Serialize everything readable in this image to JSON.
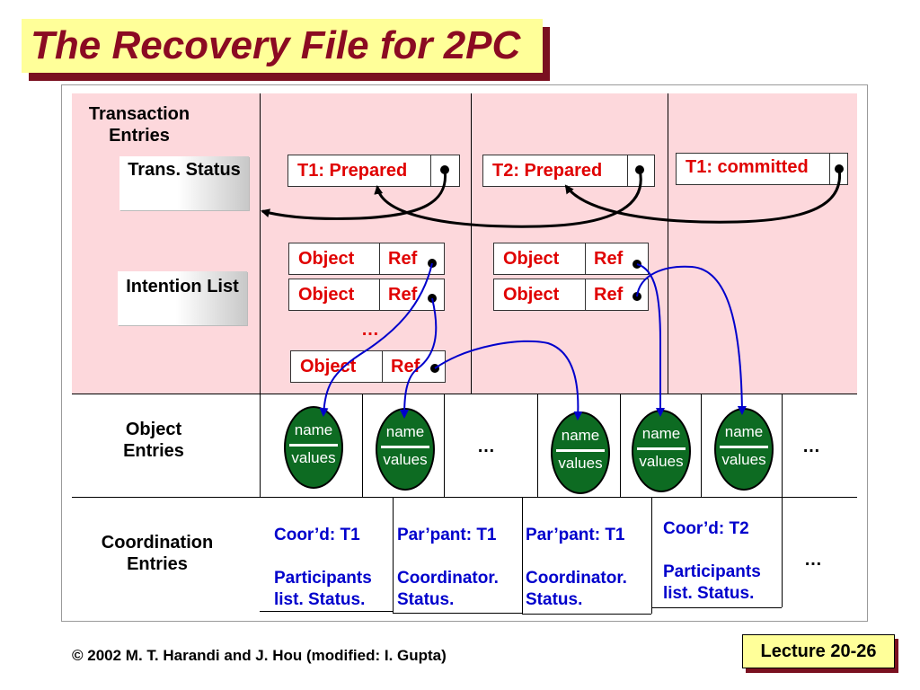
{
  "title": "The Recovery File for 2PC",
  "labels": {
    "transaction_entries": "Transaction Entries",
    "trans_status": "Trans. Status",
    "intention_list": "Intention List",
    "object_entries": "Object Entries",
    "coordination_entries": "Coordination Entries"
  },
  "status_entries": [
    "T1: Prepared",
    "T2: Prepared",
    "T1: committed"
  ],
  "intention_cells": {
    "object": "Object",
    "ref": "Ref",
    "ellipsis": "…"
  },
  "object_entries": {
    "name": "name",
    "values": "values",
    "ellipsis": "…"
  },
  "coordination_entries": [
    {
      "header": "Coor’d: T1",
      "detail_line1": "Participants",
      "detail_line2": "list. Status."
    },
    {
      "header": "Par’pant: T1",
      "detail_line1": "Coordinator.",
      "detail_line2": "Status."
    },
    {
      "header": "Par’pant: T1",
      "detail_line1": "Coordinator.",
      "detail_line2": "Status."
    },
    {
      "header": "Coor’d: T2",
      "detail_line1": "Participants",
      "detail_line2": "list. Status."
    }
  ],
  "coordination_ellipsis": "…",
  "footer": "© 2002 M. T. Harandi and J. Hou (modified: I. Gupta)",
  "lecture": "Lecture 20-26",
  "colors": {
    "title_text": "#8b0a22",
    "title_bg": "#ffff99",
    "pink_zone": "#fdd8dc",
    "red_text": "#e00000",
    "blue_text": "#0000cc",
    "oval_fill": "#0d6b22"
  }
}
